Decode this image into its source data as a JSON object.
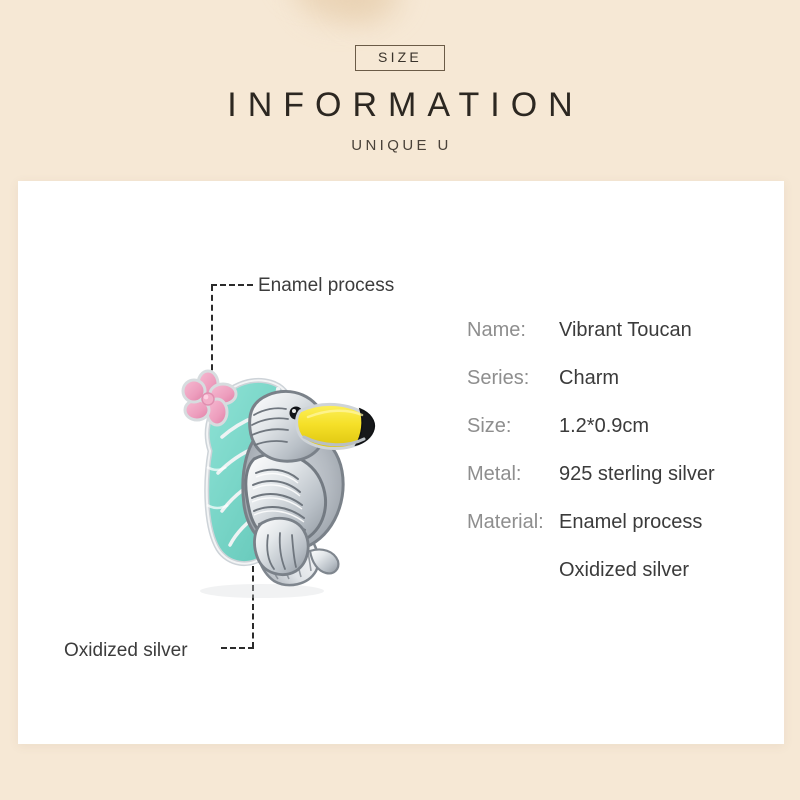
{
  "header": {
    "badge": "SIZE",
    "title": "INFORMATION",
    "subtitle": "UNIQUE U"
  },
  "annotations": [
    {
      "id": "enamel-process",
      "label": "Enamel process"
    },
    {
      "id": "oxidized-silver",
      "label": "Oxidized silver"
    }
  ],
  "specs": {
    "rows": [
      {
        "key": "Name:",
        "value": "Vibrant Toucan"
      },
      {
        "key": "Series:",
        "value": "Charm"
      },
      {
        "key": "Size:",
        "value": "1.2*0.9cm"
      },
      {
        "key": "Metal:",
        "value": "925 sterling silver"
      },
      {
        "key": "Material:",
        "value": "Enamel process"
      },
      {
        "key": "",
        "value": "Oxidized silver"
      }
    ]
  },
  "product": {
    "illustration_name": "toucan-charm-photo",
    "alt": "Silver toucan charm with turquoise enamel leaf, pink flower and yellow beak"
  },
  "colors": {
    "page_background": "#f6e8d5",
    "card_background": "#ffffff",
    "badge_border": "#6b5b47",
    "title_text": "#2c2721",
    "spec_key_text": "#8e8e8e",
    "spec_value_text": "#3b3b3b",
    "leader_line": "#2b2b2b",
    "enamel_leaf": "#7ed8c9",
    "enamel_flower": "#ed9dbd",
    "enamel_beak": "#f5e028",
    "beak_tip": "#1b1b1b",
    "silver_light": "#fdfdfd",
    "silver_mid": "#c9cdd2",
    "silver_dark": "#8d949c"
  }
}
